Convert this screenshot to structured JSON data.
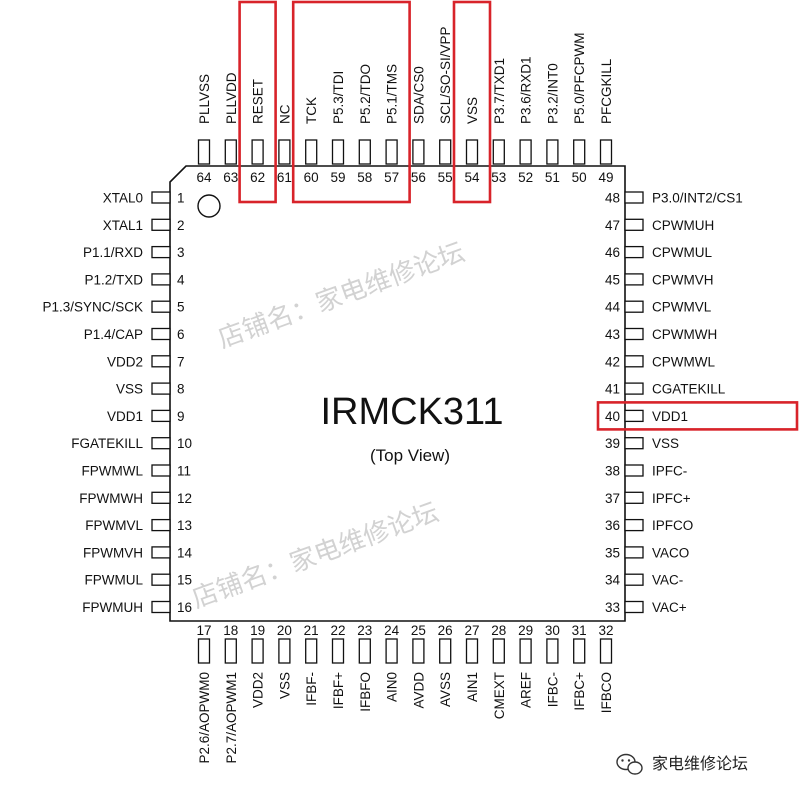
{
  "chip": {
    "name": "IRMCK311",
    "view": "(Top View)"
  },
  "pins": {
    "left": [
      "XTAL0",
      "XTAL1",
      "P1.1/RXD",
      "P1.2/TXD",
      "P1.3/SYNC/SCK",
      "P1.4/CAP",
      "VDD2",
      "VSS",
      "VDD1",
      "FGATEKILL",
      "FPWMWL",
      "FPWMWH",
      "FPWMVL",
      "FPWMVH",
      "FPWMUL",
      "FPWMUH"
    ],
    "bottom": [
      "P2.6/AOPWM0",
      "P2.7/AOPWM1",
      "VDD2",
      "VSS",
      "IFBF-",
      "IFBF+",
      "IFBFO",
      "AIN0",
      "AVDD",
      "AVSS",
      "AIN1",
      "CMEXT",
      "AREF",
      "IFBC-",
      "IFBC+",
      "IFBCO"
    ],
    "right": [
      "VAC+",
      "VAC-",
      "VACO",
      "IPFCO",
      "IPFC+",
      "IPFC-",
      "VSS",
      "VDD1",
      "CGATEKILL",
      "CPWMWL",
      "CPWMWH",
      "CPWMVL",
      "CPWMVH",
      "CPWMUL",
      "CPWMUH",
      "P3.0/INT2/CS1"
    ],
    "top": [
      "PFCGKILL",
      "P5.0/PFCPWM",
      "P3.2/INT0",
      "P3.6/RXD1",
      "P3.7/TXD1",
      "VSS",
      "SCL/SO-SI/VPP",
      "SDA/CS0",
      "P5.1/TMS",
      "P5.2/TDO",
      "P5.3/TDI",
      "TCK",
      "NC",
      "RESET",
      "PLLVDD",
      "PLLVSS"
    ]
  },
  "highlights": [
    {
      "side": "top",
      "pins": [
        62
      ]
    },
    {
      "side": "top",
      "pins": [
        60,
        59,
        58,
        57
      ]
    },
    {
      "side": "top",
      "pins": [
        54
      ]
    },
    {
      "side": "right",
      "pins": [
        40
      ]
    }
  ],
  "watermark": {
    "text": "店铺名：家电维修论坛"
  },
  "footer": {
    "icon": "wechat-icon",
    "text": "家电维修论坛"
  },
  "colors": {
    "highlight": "#d8232a",
    "ink": "#111111",
    "watermark": "#d2d2d2"
  }
}
